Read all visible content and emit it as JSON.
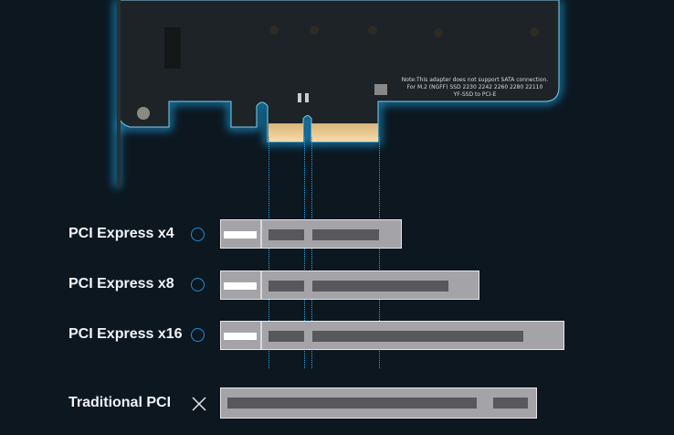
{
  "card": {
    "note_lines": [
      "Note:This adapter does not support SATA connection.",
      "For M.2 (NGFF) SSD 2230 2242 2260 2280 22110",
      "YF-SSD to PCI-E"
    ]
  },
  "slots": [
    {
      "label": "PCI Express x4",
      "compatible": true,
      "status_icon": "circle-icon"
    },
    {
      "label": "PCI Express x8",
      "compatible": true,
      "status_icon": "circle-icon"
    },
    {
      "label": "PCI Express x16",
      "compatible": true,
      "status_icon": "circle-icon"
    },
    {
      "label": "Traditional PCI",
      "compatible": false,
      "status_icon": "cross-icon"
    }
  ],
  "colors": {
    "accent": "#1e8fd6",
    "background": "#0c1720",
    "slot": "#a3a3a8",
    "pins": "#58585c",
    "gold": "#e8c890"
  }
}
